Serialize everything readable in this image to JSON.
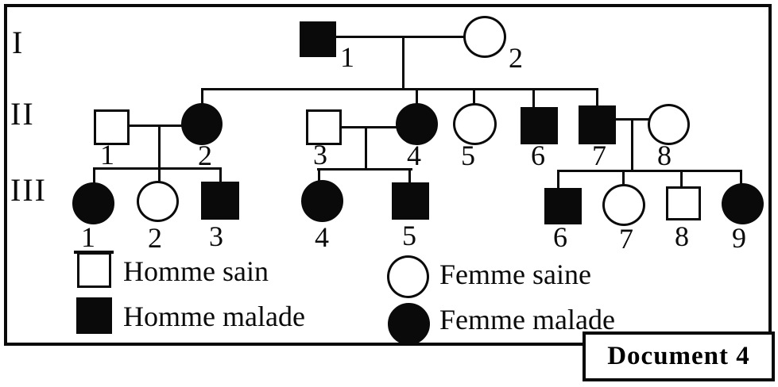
{
  "document_label": "Document 4",
  "pedigree": {
    "generation_labels": [
      "I",
      "II",
      "III"
    ],
    "individuals": {
      "I1": {
        "label": "1",
        "sex": "male",
        "status": "malade"
      },
      "I2": {
        "label": "2",
        "sex": "female",
        "status": "saine"
      },
      "II1": {
        "label": "1",
        "sex": "male",
        "status": "sain"
      },
      "II2": {
        "label": "2",
        "sex": "female",
        "status": "malade"
      },
      "II3": {
        "label": "3",
        "sex": "male",
        "status": "sain"
      },
      "II4": {
        "label": "4",
        "sex": "female",
        "status": "malade"
      },
      "II5": {
        "label": "5",
        "sex": "female",
        "status": "saine"
      },
      "II6": {
        "label": "6",
        "sex": "male",
        "status": "malade"
      },
      "II7": {
        "label": "7",
        "sex": "male",
        "status": "malade"
      },
      "II8": {
        "label": "8",
        "sex": "female",
        "status": "saine"
      },
      "III1": {
        "label": "1",
        "sex": "female",
        "status": "malade"
      },
      "III2": {
        "label": "2",
        "sex": "female",
        "status": "saine"
      },
      "III3": {
        "label": "3",
        "sex": "male",
        "status": "malade"
      },
      "III4": {
        "label": "4",
        "sex": "female",
        "status": "malade"
      },
      "III5": {
        "label": "5",
        "sex": "male",
        "status": "malade"
      },
      "III6": {
        "label": "6",
        "sex": "male",
        "status": "malade"
      },
      "III7": {
        "label": "7",
        "sex": "female",
        "status": "saine"
      },
      "III8": {
        "label": "8",
        "sex": "male",
        "status": "sain"
      },
      "III9": {
        "label": "9",
        "sex": "female",
        "status": "malade"
      }
    },
    "couples": [
      [
        "I1",
        "I2"
      ],
      [
        "II1",
        "II2"
      ],
      [
        "II3",
        "II4"
      ],
      [
        "II7",
        "II8"
      ]
    ],
    "offspring": {
      "I1_I2": [
        "II2",
        "II4",
        "II5",
        "II6",
        "II7"
      ],
      "II1_II2": [
        "III1",
        "III2",
        "III3"
      ],
      "II3_II4": [
        "III4",
        "III5"
      ],
      "II7_II8": [
        "III6",
        "III7",
        "III8",
        "III9"
      ]
    }
  },
  "legend": {
    "items": [
      {
        "symbol": "square-empty",
        "label": "Homme sain"
      },
      {
        "symbol": "circle-empty",
        "label": "Femme saine"
      },
      {
        "symbol": "square-filled",
        "label": "Homme malade"
      },
      {
        "symbol": "circle-filled",
        "label": "Femme malade"
      }
    ]
  },
  "colors": {
    "ink": "#0a0a0a",
    "paper": "#ffffff"
  }
}
